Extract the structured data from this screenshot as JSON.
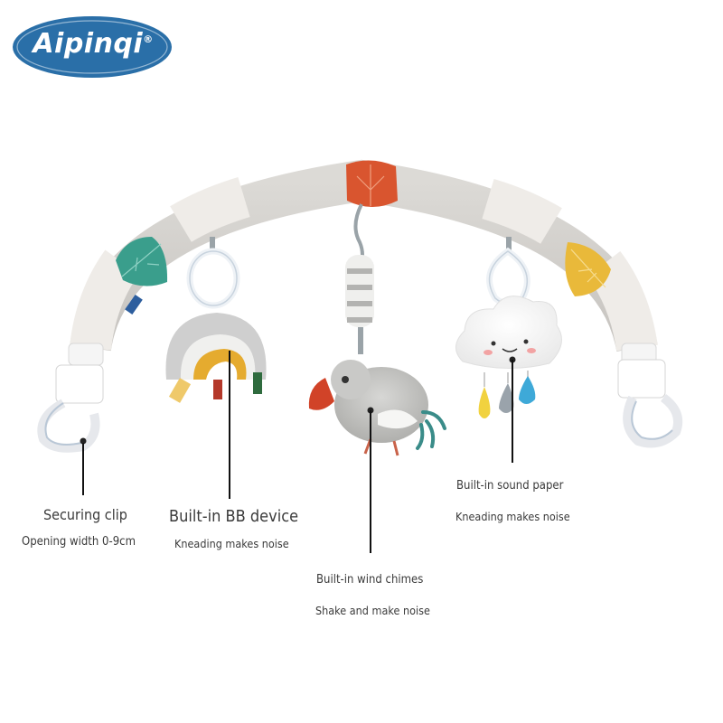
{
  "brand": {
    "logo_text": "Aipinqi",
    "logo_mark": "®",
    "logo_color": "#2a6fa8"
  },
  "callouts": {
    "clip": {
      "title": "Securing clip",
      "detail": "Opening width 0-9cm"
    },
    "rainbow": {
      "title": "Built-in BB device",
      "detail": "Kneading makes noise"
    },
    "bird": {
      "title": "Built-in wind chimes",
      "detail": "Shake and make noise"
    },
    "cloud": {
      "title": "Built-in sound paper",
      "detail": "Kneading makes noise"
    }
  },
  "colors": {
    "arch_gray": "#d4d2cf",
    "arch_cream": "#efece8",
    "leaf_orange": "#d9552f",
    "leaf_teal": "#3a9e8c",
    "leaf_yellow": "#e9b93a",
    "drop_yellow": "#f1d23f",
    "drop_gray": "#9aa3ab",
    "drop_blue": "#3ea9d8"
  }
}
